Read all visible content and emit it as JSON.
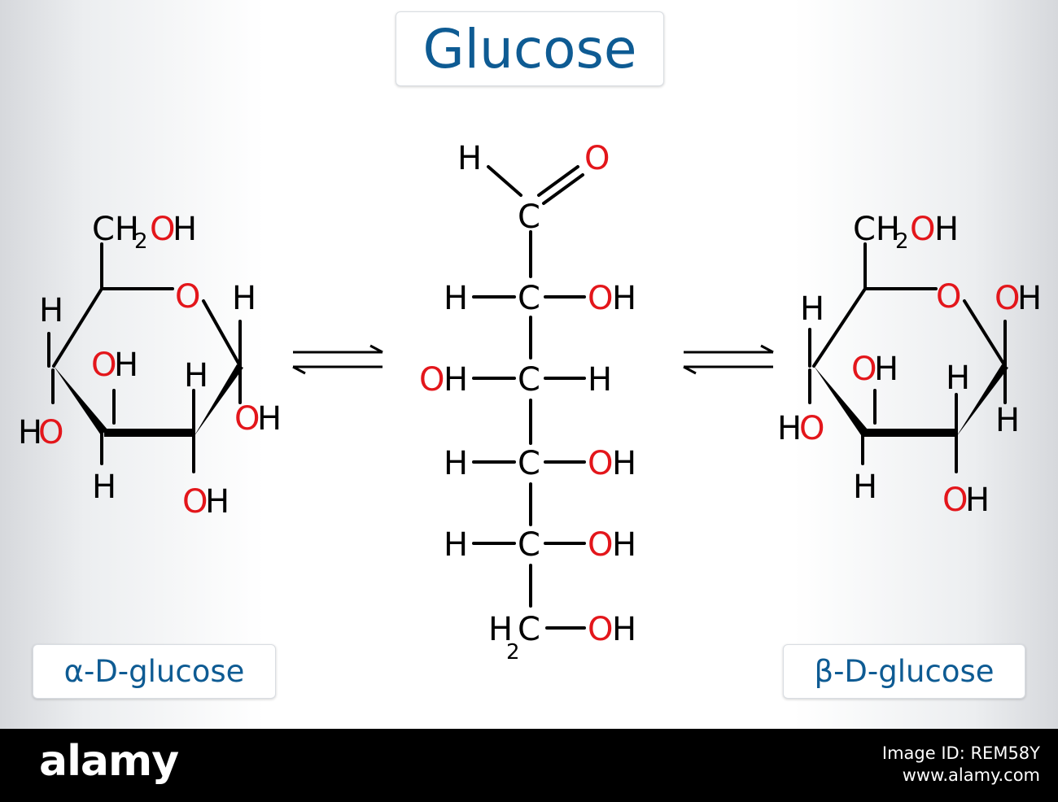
{
  "title": "Glucose",
  "labels": {
    "alpha": "α-D-glucose",
    "beta": "β-D-glucose"
  },
  "atoms": {
    "H": "H",
    "O": "O",
    "OH": "OH",
    "C": "C",
    "CH": "CH",
    "HO_H": "H",
    "sub2": "2"
  },
  "colors": {
    "label_text": "#0e5b93",
    "oxygen": "#e3161b",
    "carbon_hydrogen": "#000000"
  },
  "footer": {
    "logo": "alamy",
    "image_id": "Image ID: REM58Y",
    "site": "www.alamy.com"
  }
}
